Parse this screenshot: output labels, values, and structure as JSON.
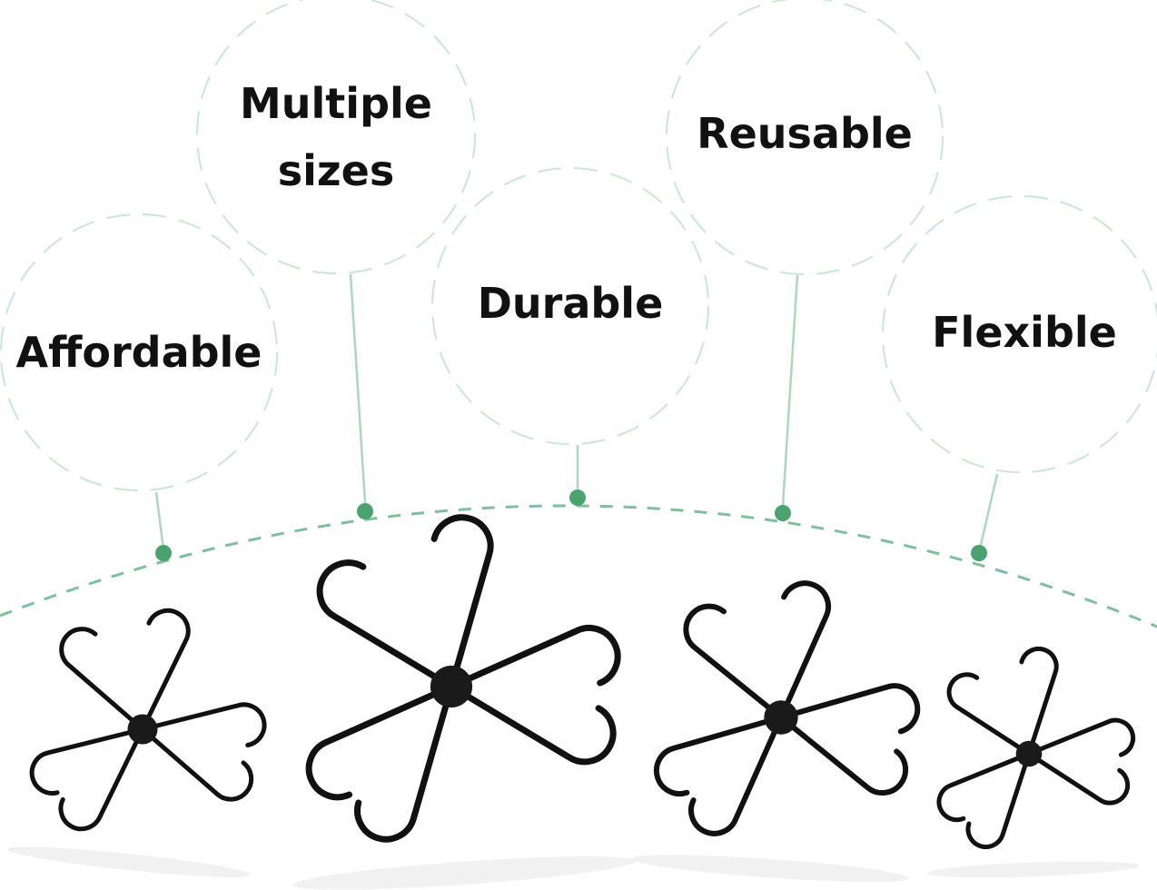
{
  "features": [
    {
      "id": "affordable",
      "lines": [
        "Affordable"
      ]
    },
    {
      "id": "multiple-sizes",
      "lines": [
        "Multiple",
        "sizes"
      ]
    },
    {
      "id": "durable",
      "lines": [
        "Durable"
      ]
    },
    {
      "id": "reusable",
      "lines": [
        "Reusable"
      ]
    },
    {
      "id": "flexible",
      "lines": [
        "Flexible"
      ]
    }
  ],
  "colors": {
    "bubble_outline": "#c9e6d6",
    "stem": "#a9d8bf",
    "arc": "#7fbf9d",
    "dot": "#4aa36f",
    "hanger": "#111111"
  },
  "products": [
    {
      "id": "hanger-small",
      "icon": "six-arm-hook-hanger"
    },
    {
      "id": "hanger-large",
      "icon": "six-arm-hook-hanger"
    },
    {
      "id": "hanger-medium",
      "icon": "six-arm-hook-hanger"
    },
    {
      "id": "hanger-mini",
      "icon": "six-arm-hook-hanger"
    }
  ]
}
